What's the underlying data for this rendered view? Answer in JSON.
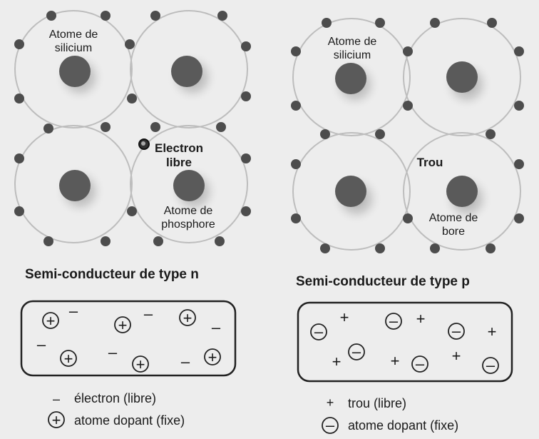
{
  "panel_n": {
    "caption": "Semi-conducteur de type  n",
    "atom_silicium_1": "Atome de",
    "atom_silicium_2": "silicium",
    "free_electron_1": "Electron",
    "free_electron_2": "libre",
    "atom_phosphore_1": "Atome de",
    "atom_phosphore_2": "phosphore",
    "box_signs": {
      "minus": "–",
      "plus": "+"
    },
    "legend": {
      "minus_symbol": "–",
      "minus_text": "électron (libre)",
      "plus_text": "atome dopant (fixe)"
    }
  },
  "panel_p": {
    "caption": "Semi-conducteur de type  p",
    "atom_silicium_1": "Atome de",
    "atom_silicium_2": "silicium",
    "hole": "Trou",
    "atom_bore_1": "Atome de",
    "atom_bore_2": "bore",
    "box_signs": {
      "plus": "+",
      "minus": "–"
    },
    "legend": {
      "plus_symbol": "+",
      "plus_text": "trou (libre)",
      "minus_text": "atome dopant (fixe)"
    }
  },
  "colors": {
    "background": "#ededed",
    "nucleus": "#5a5a5a",
    "electron": "#4d4d4d",
    "orbit": "#bdbdbd",
    "ink": "#1a1a1a"
  }
}
